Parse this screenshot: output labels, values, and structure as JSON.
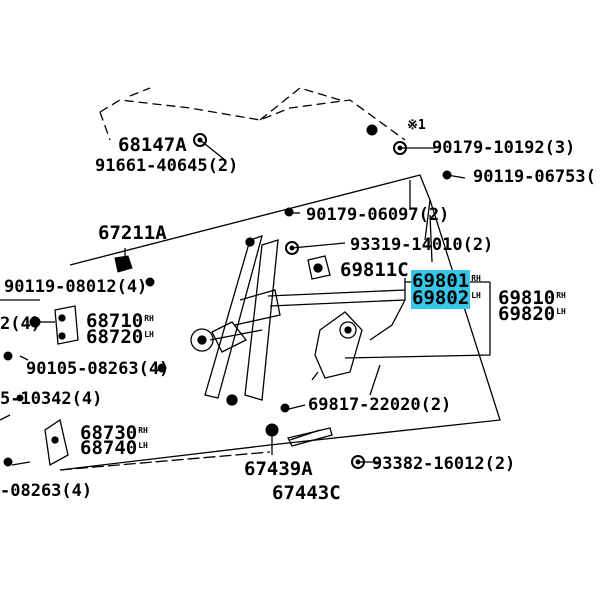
{
  "callouts": [
    {
      "id": "c1",
      "text": "68147A",
      "suffix": ""
    },
    {
      "id": "c2",
      "text": "91661-40645(2)",
      "suffix": ""
    },
    {
      "id": "c3",
      "text": "※1",
      "suffix": ""
    },
    {
      "id": "c4",
      "text": "90179-10192(3)",
      "suffix": ""
    },
    {
      "id": "c5",
      "text": "90119-06753(",
      "suffix": ""
    },
    {
      "id": "c6",
      "text": "90179-06097(2)",
      "suffix": ""
    },
    {
      "id": "c7",
      "text": "67211A",
      "suffix": ""
    },
    {
      "id": "c8",
      "text": "93319-14010(2)",
      "suffix": ""
    },
    {
      "id": "c9",
      "text": "69811C",
      "suffix": ""
    },
    {
      "id": "c10",
      "text": "69801",
      "suffix": "RH"
    },
    {
      "id": "c11",
      "text": "69802",
      "suffix": "LH"
    },
    {
      "id": "c12",
      "text": "69810",
      "suffix": "RH"
    },
    {
      "id": "c13",
      "text": "69820",
      "suffix": "LH"
    },
    {
      "id": "c14",
      "text": "90119-08012(4)",
      "suffix": ""
    },
    {
      "id": "c15",
      "text": "2(4)",
      "suffix": ""
    },
    {
      "id": "c16",
      "text": "68710",
      "suffix": "RH"
    },
    {
      "id": "c17",
      "text": "68720",
      "suffix": "LH"
    },
    {
      "id": "c18",
      "text": "90105-08263(4)",
      "suffix": ""
    },
    {
      "id": "c19",
      "text": "5-10342(4)",
      "suffix": ""
    },
    {
      "id": "c20",
      "text": "69817-22020(2)",
      "suffix": ""
    },
    {
      "id": "c21",
      "text": "68730",
      "suffix": "RH"
    },
    {
      "id": "c22",
      "text": "68740",
      "suffix": "LH"
    },
    {
      "id": "c23",
      "text": "67439A",
      "suffix": ""
    },
    {
      "id": "c24",
      "text": "93382-16012(2)",
      "suffix": ""
    },
    {
      "id": "c25",
      "text": "-08263(4)",
      "suffix": ""
    },
    {
      "id": "c26",
      "text": "67443C",
      "suffix": ""
    }
  ],
  "highlight_color": "#35c6e8"
}
